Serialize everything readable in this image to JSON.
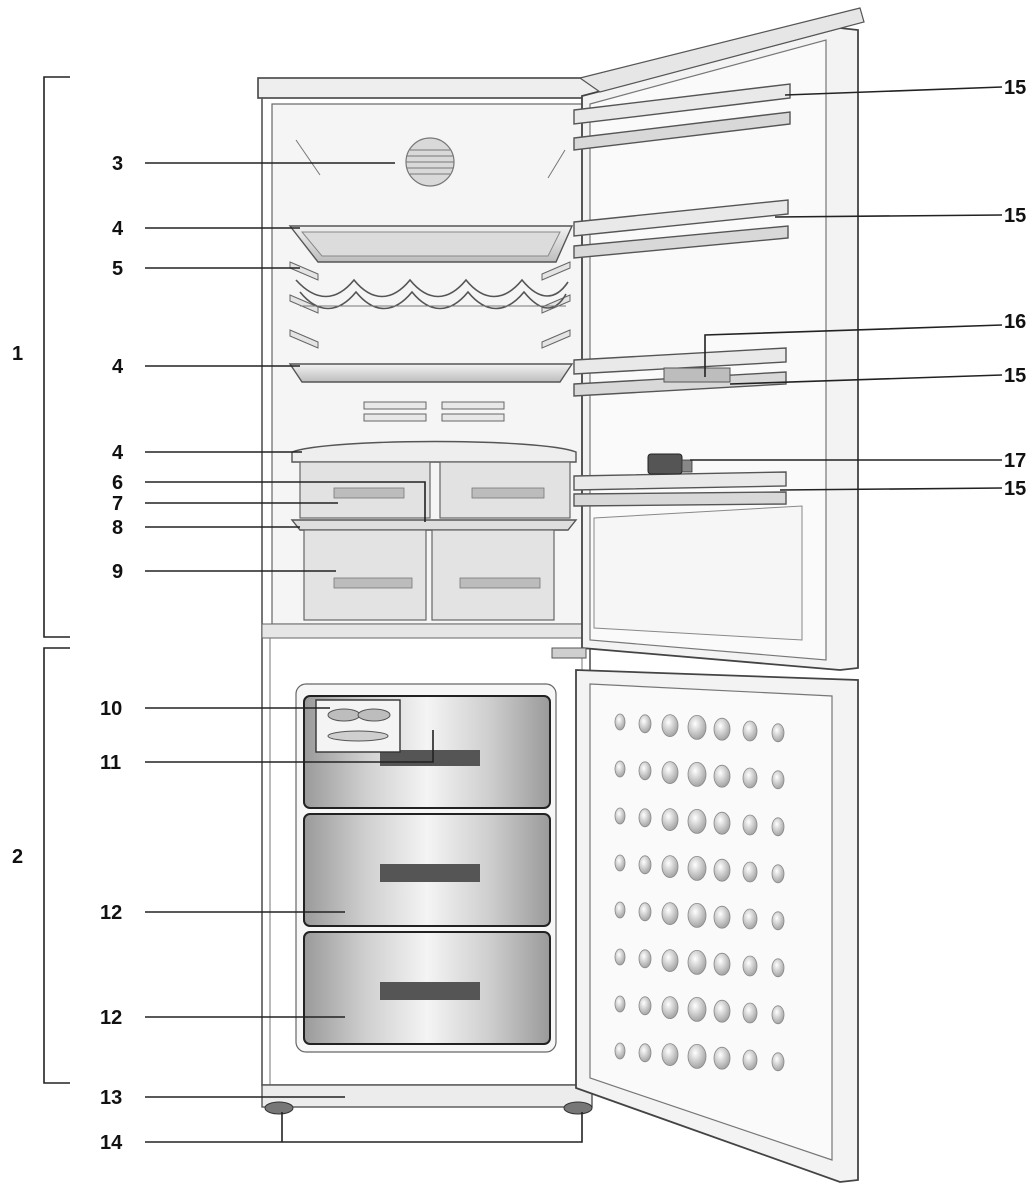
{
  "labels": {
    "l1": "1",
    "l2": "2",
    "l3": "3",
    "l4a": "4",
    "l4b": "4",
    "l4c": "4",
    "l5": "5",
    "l6": "6",
    "l7": "7",
    "l8": "8",
    "l9": "9",
    "l10": "10",
    "l11": "11",
    "l12a": "12",
    "l12b": "12",
    "l13": "13",
    "l14": "14",
    "l15a": "15",
    "l15b": "15",
    "l15c": "15",
    "l15d": "15",
    "l16": "16",
    "l17": "17"
  }
}
